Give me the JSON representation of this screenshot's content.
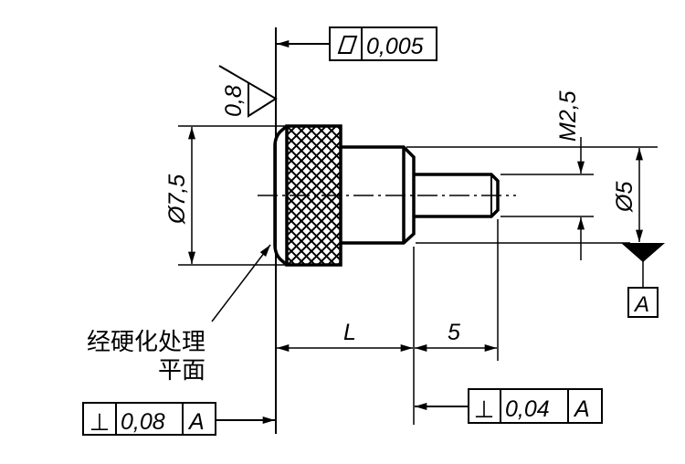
{
  "colors": {
    "ink": "#000000",
    "background": "#ffffff"
  },
  "flatness": {
    "symbol": "flatness-icon",
    "value": "0,005"
  },
  "surface_finish": {
    "value": "0,8"
  },
  "dimensions": {
    "head_diameter": "Ø7,5",
    "thread": "M2,5",
    "neck_diameter": "Ø5",
    "length": "L",
    "thread_length": "5"
  },
  "datum": {
    "label": "A"
  },
  "note": {
    "line1": "经硬化处理",
    "line2": "平面"
  },
  "perpendicularity_left": {
    "symbol": "⊥",
    "value": "0,08",
    "datum": "A"
  },
  "perpendicularity_right": {
    "symbol": "⊥",
    "value": "0,04",
    "datum": "A"
  }
}
